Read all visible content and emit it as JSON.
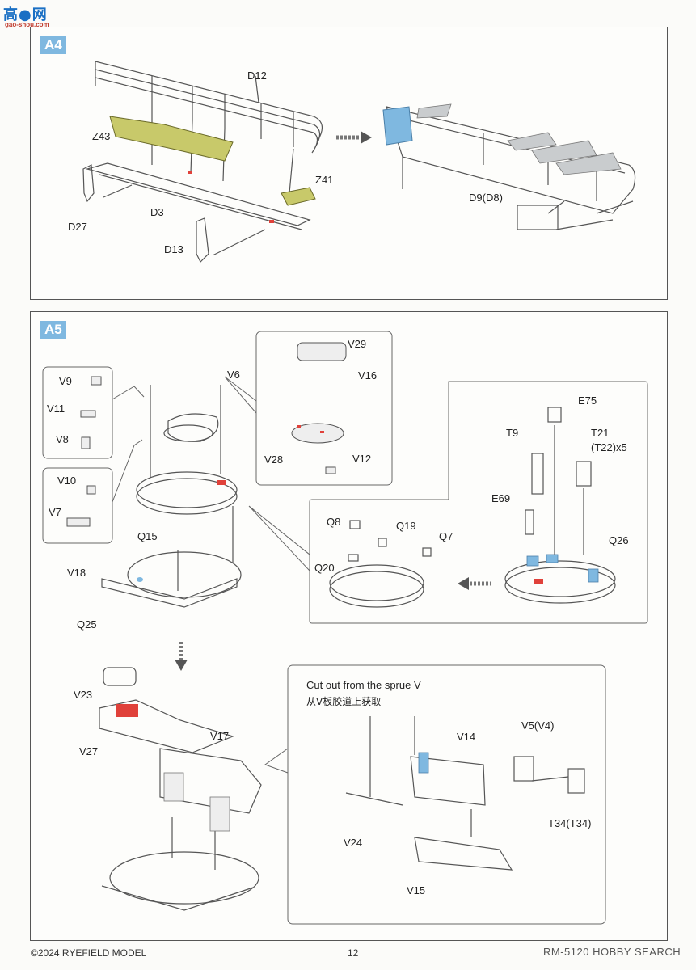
{
  "site": {
    "logo_text": "高●网",
    "url": "gao-shou.com"
  },
  "steps": {
    "a4": "A4",
    "a5": "A5"
  },
  "a4_labels": {
    "d12": "D12",
    "z43": "Z43",
    "z41": "Z41",
    "d27": "D27",
    "d3": "D3",
    "d13": "D13",
    "d9": "D9(D8)"
  },
  "a5_labels": {
    "v9": "V9",
    "v11": "V11",
    "v8": "V8",
    "v10": "V10",
    "v7": "V7",
    "v6": "V6",
    "v29": "V29",
    "v16": "V16",
    "v28": "V28",
    "v12": "V12",
    "e75": "E75",
    "t9": "T9",
    "t21": "T21",
    "t22": "(T22)x5",
    "e69": "E69",
    "q26": "Q26",
    "q8": "Q8",
    "q19": "Q19",
    "q7": "Q7",
    "q20": "Q20",
    "q15": "Q15",
    "v18": "V18",
    "q25": "Q25",
    "v23": "V23",
    "v27": "V27",
    "v17": "V17",
    "cut_note": "Cut out from the sprue V",
    "cut_note_cn": "从V板胶道上获取",
    "v14": "V14",
    "v5": "V5(V4)",
    "v24": "V24",
    "t34": "T34(T34)",
    "v15": "V15"
  },
  "footer": {
    "copyright": "©2024 RYEFIELD MODEL",
    "page": "12",
    "watermark": "RM-5120 HOBBY SEARCH"
  },
  "colors": {
    "accent_blue": "#7fb8e0",
    "mesh_green": "#c8c96a",
    "red": "#e0413a"
  }
}
